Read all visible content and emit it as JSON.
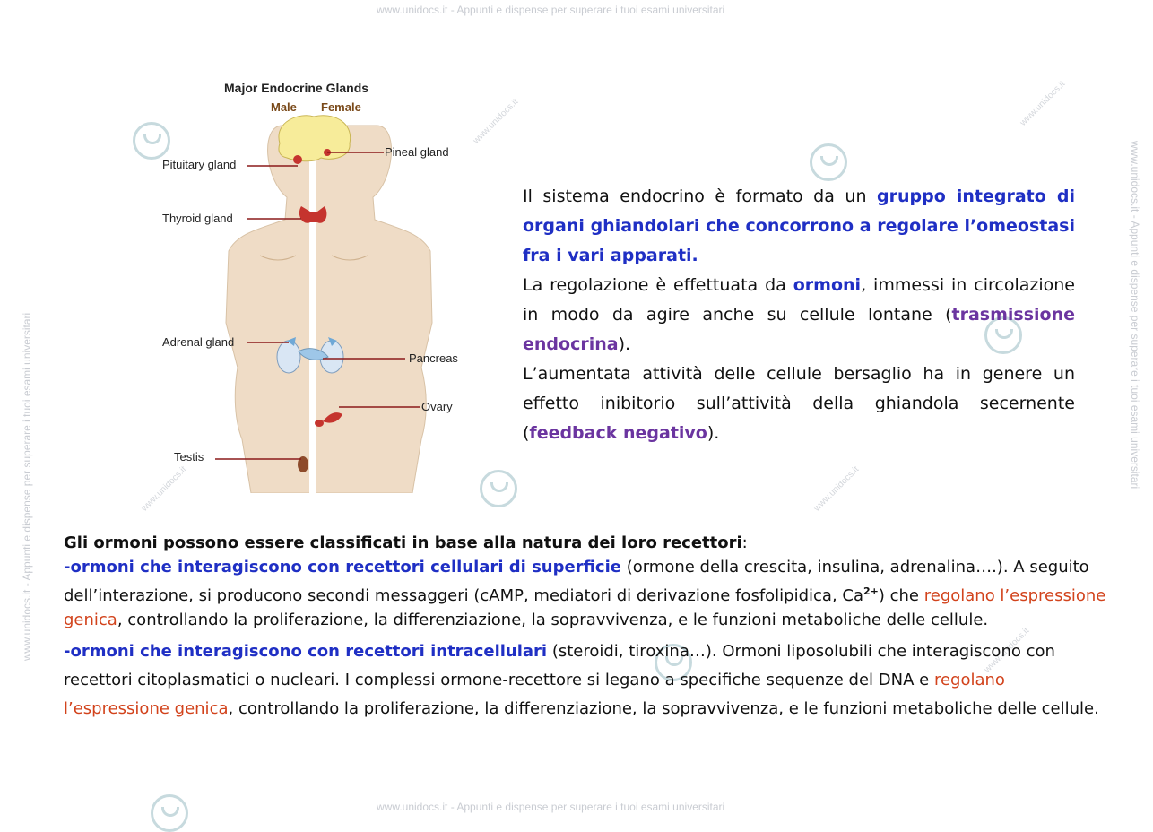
{
  "watermark": {
    "top": "www.unidocs.it - Appunti e dispense per superare i tuoi esami universitari",
    "bottom": "www.unidocs.it - Appunti e dispense per superare i tuoi esami universitari",
    "side": "www.unidocs.it - Appunti e dispense per superare i tuoi esami universitari",
    "diag": "www.unidocs.it"
  },
  "figure": {
    "title": "Major Endocrine Glands",
    "male": "Male",
    "female": "Female",
    "labels": {
      "pituitary": "Pituitary gland",
      "pineal": "Pineal gland",
      "thyroid": "Thyroid gland",
      "adrenal": "Adrenal gland",
      "pancreas": "Pancreas",
      "ovary": "Ovary",
      "testis": "Testis"
    }
  },
  "intro": {
    "p1_a": "Il sistema endocrino è formato da un ",
    "p1_b": "gruppo integrato di organi ghiandolari che concorrono a regolare l’omeostasi fra i vari apparati.",
    "p2_a": "La regolazione è effettuata da ",
    "p2_b": "ormoni",
    "p2_c": ", immessi in circolazione in modo da agire anche su cellule lontane (",
    "p2_d": "trasmissione endocrina",
    "p2_e": ").",
    "p3_a": "L’aumentata attività delle cellule bersaglio ha in genere un effetto inibitorio sull’attività della ghiandola secernente (",
    "p3_b": "feedback negativo",
    "p3_c": ")."
  },
  "body": {
    "heading": "Gli ormoni possono essere classificati in base alla natura dei loro recettori",
    "colon": ":",
    "s1_a": "-ormoni che interagiscono con recettori cellulari di superficie",
    "s1_b": " (ormone della crescita, insulina, adrenalina….). A seguito dell’interazione, si producono secondi messaggeri (cAMP, mediatori di derivazione fosfolipidica, Ca",
    "s1_sup": "2+",
    "s1_c": ") che ",
    "s1_d": "regolano l’espressione genica",
    "s1_e": ", controllando la proliferazione, la differenziazione, la sopravvivenza, e le funzioni metaboliche delle cellule.",
    "s2_a": "-ormoni che interagiscono con recettori intracellulari",
    "s2_b": " (steroidi, tiroxina…). Ormoni liposolubili che interagiscono con recettori citoplasmatici o nucleari. I complessi ormone-recettore si legano a specifiche sequenze del DNA e ",
    "s2_c": "regolano l’espressione genica",
    "s2_d": ", controllando la proliferazione, la differenziazione, la sopravvivenza, e le funzioni metaboliche delle cellule."
  }
}
